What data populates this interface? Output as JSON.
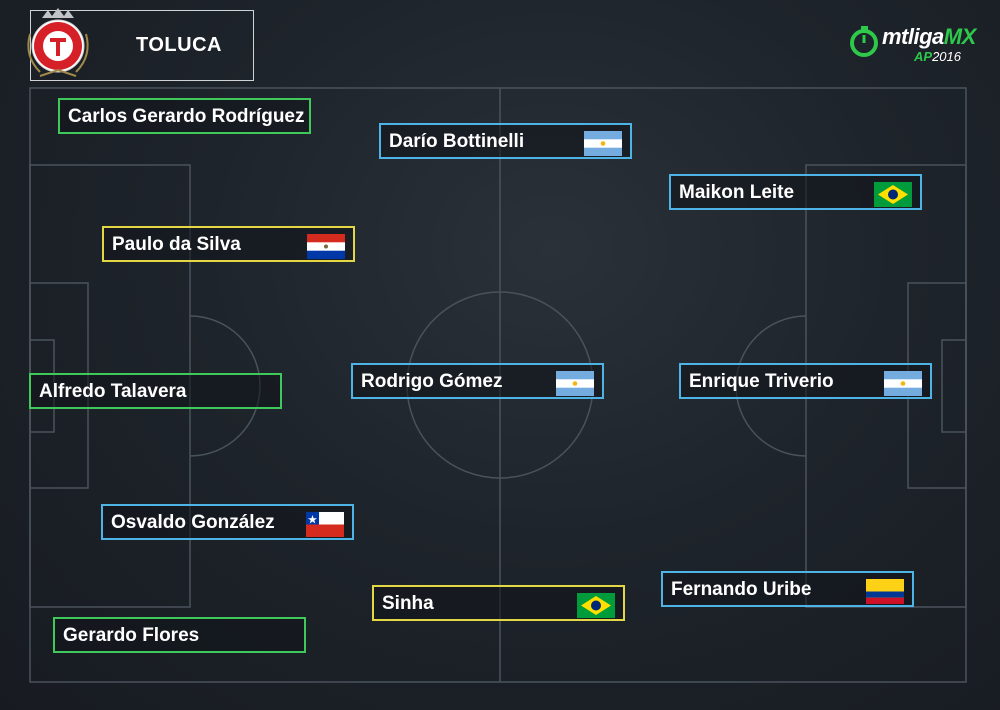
{
  "team": {
    "name": "TOLUCA"
  },
  "brand": {
    "main": "mtliga",
    "mx": "MX",
    "season_prefix": "AP",
    "season_year": "2016"
  },
  "colors": {
    "gk_def": "#3ec95a",
    "midfield_attack": "#4eb4e6",
    "highlight": "#e3d743"
  },
  "players": [
    {
      "name": "Carlos Gerardo Rodríguez",
      "flag": ""
    },
    {
      "name": "Darío Bottinelli",
      "flag": "argentina-flag"
    },
    {
      "name": "Maikon Leite",
      "flag": "brazil-flag"
    },
    {
      "name": "Paulo da Silva",
      "flag": "paraguay-flag"
    },
    {
      "name": "Alfredo Talavera",
      "flag": ""
    },
    {
      "name": "Rodrigo Gómez",
      "flag": "argentina-flag"
    },
    {
      "name": "Enrique Triverio",
      "flag": "argentina-flag"
    },
    {
      "name": "Osvaldo González",
      "flag": "chile-flag"
    },
    {
      "name": "Sinha",
      "flag": "brazil-flag"
    },
    {
      "name": "Fernando Uribe",
      "flag": "colombia-flag"
    },
    {
      "name": "Gerardo Flores",
      "flag": ""
    }
  ]
}
